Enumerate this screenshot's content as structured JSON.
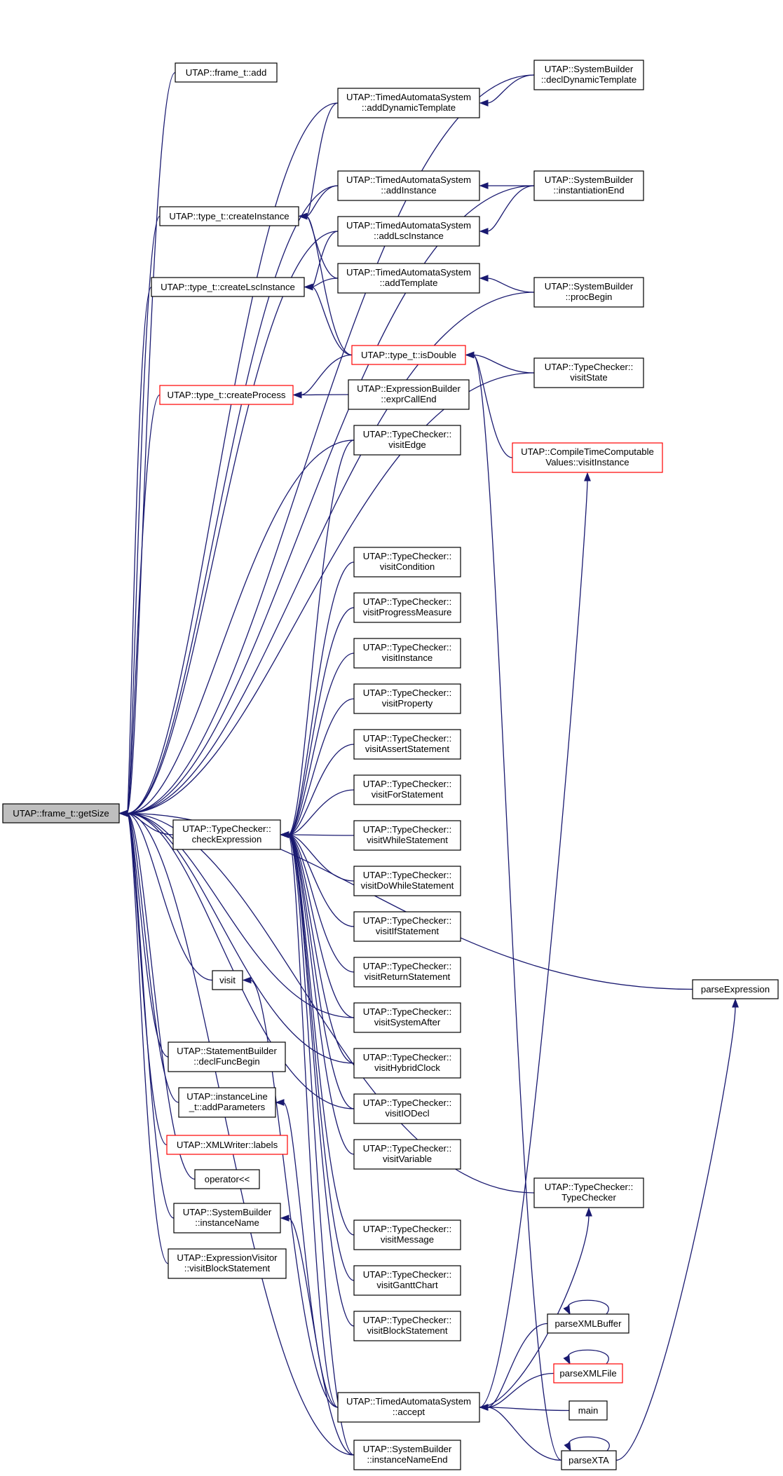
{
  "diagram": {
    "type": "doxygen-caller-graph",
    "colors": {
      "edge": "#191970",
      "node_border": "#000000",
      "truncated_border": "#ff0000",
      "root_fill": "#bfbfbf"
    },
    "nodes": [
      {
        "id": "getSize",
        "lines": [
          "UTAP::frame_t::getSize"
        ],
        "root": true
      },
      {
        "id": "frameAdd",
        "lines": [
          "UTAP::frame_t::add"
        ]
      },
      {
        "id": "addDynamicTemplate",
        "lines": [
          "UTAP::TimedAutomataSystem",
          "::addDynamicTemplate"
        ]
      },
      {
        "id": "declDynamicTemplate",
        "lines": [
          "UTAP::SystemBuilder",
          "::declDynamicTemplate"
        ]
      },
      {
        "id": "addInstance",
        "lines": [
          "UTAP::TimedAutomataSystem",
          "::addInstance"
        ]
      },
      {
        "id": "instantiationEnd",
        "lines": [
          "UTAP::SystemBuilder",
          "::instantiationEnd"
        ]
      },
      {
        "id": "createInstance",
        "lines": [
          "UTAP::type_t::createInstance"
        ]
      },
      {
        "id": "addLscInstance",
        "lines": [
          "UTAP::TimedAutomataSystem",
          "::addLscInstance"
        ]
      },
      {
        "id": "createLscInstance",
        "lines": [
          "UTAP::type_t::createLscInstance"
        ]
      },
      {
        "id": "addTemplate",
        "lines": [
          "UTAP::TimedAutomataSystem",
          "::addTemplate"
        ]
      },
      {
        "id": "procBegin",
        "lines": [
          "UTAP::SystemBuilder",
          "::procBegin"
        ]
      },
      {
        "id": "isDouble",
        "lines": [
          "UTAP::type_t::isDouble"
        ],
        "truncated": true
      },
      {
        "id": "createProcess",
        "lines": [
          "UTAP::type_t::createProcess"
        ],
        "truncated": true
      },
      {
        "id": "exprCallEnd",
        "lines": [
          "UTAP::ExpressionBuilder",
          "::exprCallEnd"
        ]
      },
      {
        "id": "visitState",
        "lines": [
          "UTAP::TypeChecker::",
          "visitState"
        ]
      },
      {
        "id": "visitEdge",
        "lines": [
          "UTAP::TypeChecker::",
          "visitEdge"
        ]
      },
      {
        "id": "ctcVisitInstance",
        "lines": [
          "UTAP::CompileTimeComputable",
          "Values::visitInstance"
        ],
        "truncated": true
      },
      {
        "id": "visitCondition",
        "lines": [
          "UTAP::TypeChecker::",
          "visitCondition"
        ]
      },
      {
        "id": "visitProgressMeasure",
        "lines": [
          "UTAP::TypeChecker::",
          "visitProgressMeasure"
        ]
      },
      {
        "id": "visitInstance",
        "lines": [
          "UTAP::TypeChecker::",
          "visitInstance"
        ]
      },
      {
        "id": "visitProperty",
        "lines": [
          "UTAP::TypeChecker::",
          "visitProperty"
        ]
      },
      {
        "id": "visitAssertStatement",
        "lines": [
          "UTAP::TypeChecker::",
          "visitAssertStatement"
        ]
      },
      {
        "id": "visitForStatement",
        "lines": [
          "UTAP::TypeChecker::",
          "visitForStatement"
        ]
      },
      {
        "id": "checkExpression",
        "lines": [
          "UTAP::TypeChecker::",
          "checkExpression"
        ]
      },
      {
        "id": "visitWhileStatement",
        "lines": [
          "UTAP::TypeChecker::",
          "visitWhileStatement"
        ]
      },
      {
        "id": "visitDoWhileStatement",
        "lines": [
          "UTAP::TypeChecker::",
          "visitDoWhileStatement"
        ]
      },
      {
        "id": "visitIfStatement",
        "lines": [
          "UTAP::TypeChecker::",
          "visitIfStatement"
        ]
      },
      {
        "id": "visitReturnStatement",
        "lines": [
          "UTAP::TypeChecker::",
          "visitReturnStatement"
        ]
      },
      {
        "id": "parseExpression",
        "lines": [
          "parseExpression"
        ]
      },
      {
        "id": "visit",
        "lines": [
          "visit"
        ]
      },
      {
        "id": "visitSystemAfter",
        "lines": [
          "UTAP::TypeChecker::",
          "visitSystemAfter"
        ]
      },
      {
        "id": "declFuncBegin",
        "lines": [
          "UTAP::StatementBuilder",
          "::declFuncBegin"
        ]
      },
      {
        "id": "visitHybridClock",
        "lines": [
          "UTAP::TypeChecker::",
          "visitHybridClock"
        ]
      },
      {
        "id": "addParameters",
        "lines": [
          "UTAP::instanceLine",
          "_t::addParameters"
        ]
      },
      {
        "id": "visitIODecl",
        "lines": [
          "UTAP::TypeChecker::",
          "visitIODecl"
        ]
      },
      {
        "id": "xmlLabels",
        "lines": [
          "UTAP::XMLWriter::labels"
        ],
        "truncated": true
      },
      {
        "id": "visitVariable",
        "lines": [
          "UTAP::TypeChecker::",
          "visitVariable"
        ]
      },
      {
        "id": "operatorShl",
        "lines": [
          "operator<<"
        ]
      },
      {
        "id": "typeCheckerCtor",
        "lines": [
          "UTAP::TypeChecker::",
          "TypeChecker"
        ]
      },
      {
        "id": "instanceName",
        "lines": [
          "UTAP::SystemBuilder",
          "::instanceName"
        ]
      },
      {
        "id": "visitMessage",
        "lines": [
          "UTAP::TypeChecker::",
          "visitMessage"
        ]
      },
      {
        "id": "evVisitBlockStatement",
        "lines": [
          "UTAP::ExpressionVisitor",
          "::visitBlockStatement"
        ]
      },
      {
        "id": "visitGanttChart",
        "lines": [
          "UTAP::TypeChecker::",
          "visitGanttChart"
        ]
      },
      {
        "id": "tcVisitBlockStatement",
        "lines": [
          "UTAP::TypeChecker::",
          "visitBlockStatement"
        ]
      },
      {
        "id": "parseXMLBuffer",
        "lines": [
          "parseXMLBuffer"
        ]
      },
      {
        "id": "parseXMLFile",
        "lines": [
          "parseXMLFile"
        ],
        "truncated": true
      },
      {
        "id": "accept",
        "lines": [
          "UTAP::TimedAutomataSystem",
          "::accept"
        ]
      },
      {
        "id": "main",
        "lines": [
          "main"
        ]
      },
      {
        "id": "instanceNameEnd",
        "lines": [
          "UTAP::SystemBuilder",
          "::instanceNameEnd"
        ]
      },
      {
        "id": "parseXTA",
        "lines": [
          "parseXTA"
        ]
      }
    ]
  }
}
